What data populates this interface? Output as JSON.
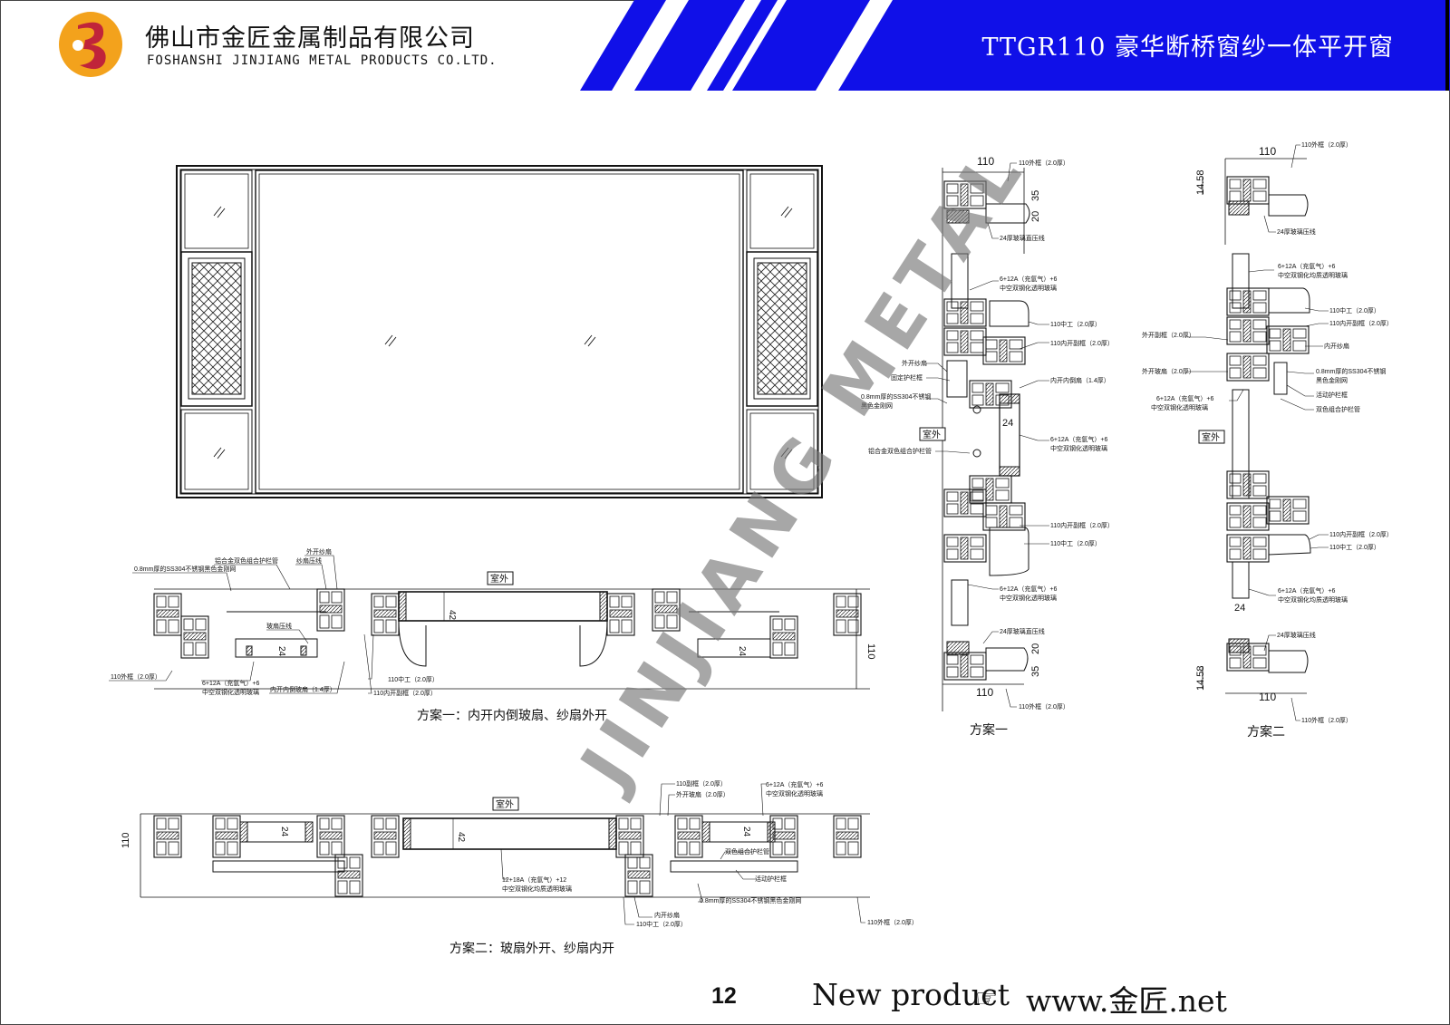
{
  "header": {
    "company_cn": "佛山市金匠金属制品有限公司",
    "company_en": "FOSHANSHI JINJIANG METAL PRODUCTS CO.LTD.",
    "product_title": "TTGR110 豪华断桥窗纱一体平开窗",
    "colors": {
      "accent_blue": "#1010e8",
      "logo_orange": "#f3a21c",
      "logo_red": "#c0243a"
    }
  },
  "watermark": "JINJIANG METAL",
  "plan1_section": {
    "caption": "方案一：内开内倒玻扇、纱扇外开",
    "outdoor": "室外",
    "dims": {
      "depth": "110",
      "glass": "42",
      "bar": "24"
    },
    "labels": {
      "outer_screen": "外开纱扇",
      "screen_bead": "纱扇压线",
      "guard_pipe": "铝合金双色组合护栏管",
      "mesh": "0.8mm厚的SS304不锈钢黑色金刚网",
      "glass_bead": "玻扇压线",
      "frame": "110外框（2.0厚）",
      "glass": "6+12A（充氩气）+6",
      "glass2": "中空双钢化透明玻璃",
      "inner_tilt": "内开内倒玻扇（1.4厚）",
      "mullion": "110中工（2.0厚）",
      "subframe": "110内开副框（2.0厚）"
    }
  },
  "plan2_section": {
    "caption": "方案二：玻扇外开、纱扇内开",
    "outdoor": "室外",
    "dims": {
      "depth": "110",
      "glass": "42",
      "bar": "24"
    },
    "labels": {
      "subframe": "110副框（2.0厚）",
      "outer_glass": "外开玻扇（2.0厚）",
      "glass": "6+12A（充氩气）+6",
      "glass2": "中空双钢化透明玻璃",
      "guard_pipe": "双色组合护栏管",
      "movable_frame": "活动护栏框",
      "mesh": "0.8mm厚的SS304不锈钢黑色金刚网",
      "inner_screen": "内开纱扇",
      "mullion": "110中工（2.0厚）",
      "frame": "110外框（2.0厚）",
      "big_glass": "12+18A（充氩气）+12",
      "big_glass2": "中空双钢化均质透明玻璃"
    }
  },
  "vert1": {
    "caption": "方案一",
    "outdoor": "室外",
    "dims": {
      "w_top": "110",
      "d35": "35",
      "d20": "20",
      "bar": "24",
      "w_bottom": "110",
      "d20b": "20",
      "d35b": "35"
    },
    "labels": {
      "frame": "110外框（2.0厚）",
      "bead24": "24厚玻璃直压线",
      "glass": "6+12A（充氩气）+6",
      "glass2": "中空双钢化透明玻璃",
      "mullion": "110中工（2.0厚）",
      "subframe": "110内开副框（2.0厚）",
      "outer_screen": "外开纱扇",
      "fixed_guard": "固定护栏框",
      "inner_tilt": "内开内倒扇（1.4厚）",
      "mesh1": "0.8mm厚的SS304不锈钢",
      "mesh2": "黑色金刚网",
      "guard_pipe": "铝合金双色组合护栏管",
      "glass_b": "6+12A（充氩气）+6",
      "glass_b2": "中空双钢化透明玻璃",
      "subframe_b": "110内开副框（2.0厚）",
      "mullion_b": "110中工（2.0厚）",
      "glass_c": "6+12A（充氩气）+6",
      "glass_c2": "中空双钢化透明玻璃",
      "bead24b": "24厚玻璃直压线",
      "frame_b": "110外框（2.0厚）"
    }
  },
  "vert2": {
    "caption": "方案二",
    "outdoor": "室外",
    "dims": {
      "w_top": "110",
      "h_top": "14.58",
      "bar": "24",
      "w_bottom": "110",
      "h_bottom": "14.58"
    },
    "labels": {
      "frame": "110外框（2.0厚）",
      "bead24": "24厚玻璃压线",
      "glass": "6+12A（充氩气）+6",
      "glass2": "中空双钢化均质透明玻璃",
      "mullion": "110中工（2.0厚）",
      "subframe": "110内开副框（2.0厚）",
      "outer_subframe": "外开副框（2.0厚）",
      "inner_screen": "内开纱扇",
      "outer_glass": "外开玻扇（2.0厚）",
      "mesh1": "0.8mm厚的SS304不锈钢",
      "mesh2": "黑色金刚网",
      "movable_frame": "活动护栏框",
      "glass_b": "6+12A（充氩气）+6",
      "glass_b2": "中空双钢化透明玻璃",
      "guard_pipe": "双色组合护栏管",
      "subframe_b": "110内开副框（2.0厚）",
      "mullion_b": "110中工（2.0厚）",
      "glass_c": "6+12A（充氩气）+6",
      "glass_c2": "中空双钢化均质透明玻璃",
      "bead24b": "24厚玻璃压线",
      "frame_b": "110外框（2.0厚）"
    }
  },
  "footer": {
    "page_number": "12",
    "new_product": "New product",
    "url": "www.金匠.net"
  }
}
